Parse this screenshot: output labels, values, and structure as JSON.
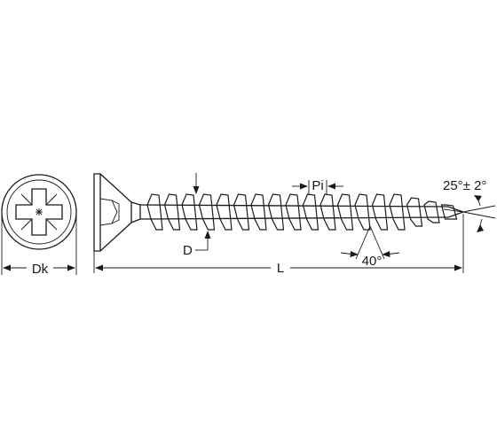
{
  "labels": {
    "dk": "Dk",
    "d": "D",
    "l": "L",
    "pi": "Pi",
    "thread_angle": "40°",
    "tip_angle": "25°± 2°"
  },
  "colors": {
    "line": "#1a1a1a",
    "background": "#ffffff"
  }
}
